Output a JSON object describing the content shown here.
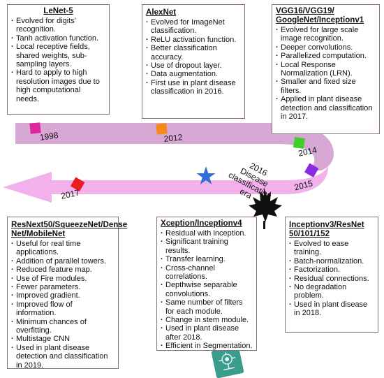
{
  "colors": {
    "band": "#d7a8d4",
    "band_dark": "#c48cc1",
    "arrow": "#f2b1ea",
    "box_border": "#8a6c84",
    "marker_1998": "#e0249a",
    "marker_2012": "#f58b16",
    "marker_2014": "#3fcf28",
    "marker_2015": "#8a2be2",
    "marker_2017": "#ea1d1d",
    "star": "#2f6fd6",
    "leaf": "#111111",
    "chip": "#3a9c8c"
  },
  "icons": [
    "star-icon",
    "maple-leaf-icon",
    "ai-chip-icon"
  ],
  "years": {
    "y1998": "1998",
    "y2012": "2012",
    "y2014": "2014",
    "y2015": "2015",
    "y2017": "2017"
  },
  "era": {
    "line1": "2016",
    "line2": "Disease",
    "line3": "classification",
    "line4": "era"
  },
  "boxes": {
    "lenet": {
      "title": "LeNet-5",
      "items": [
        "Evolved for digits' recognition.",
        "Tanh activation function.",
        "Local receptive fields, shared weights, sub-sampling layers.",
        "Hard to apply to high resolution images due to high computational needs."
      ]
    },
    "alexnet": {
      "title": "AlexNet",
      "items": [
        "Evolved for ImageNet classification.",
        "ReLU activation function.",
        "Better classification accuracy.",
        "Use of dropout layer.",
        "Data augmentation.",
        "First use in plant disease classification in 2016."
      ]
    },
    "vgg": {
      "title": "VGG16/VGG19/ GoogleNet/Inceptionv1",
      "items": [
        "Evolved for large scale image recognition.",
        "Deeper convolutions.",
        "Parallelized computation.",
        "Local Response Normalization (LRN).",
        "Smaller and fixed size filters.",
        "Applied in plant disease detection and classification in 2017."
      ]
    },
    "resnext": {
      "title": "ResNext50/SqueezeNet/Dense Net/MobileNet",
      "items": [
        "Useful for real time applications.",
        "Addition of parallel towers.",
        "Reduced feature map.",
        "Use of Fire modules.",
        "Fewer parameters.",
        "Improved gradient.",
        "Improved flow of information.",
        "Minimum chances of overfitting.",
        "Multistage CNN",
        "Used in plant disease detection and classification in 2019."
      ]
    },
    "xception": {
      "title": "Xception/Inceptionv4",
      "items": [
        "Residual with inception.",
        "Significant training results.",
        "Transfer learning.",
        "Cross-channel correlations.",
        "Depthwise separable convolutions.",
        "Same number of filters for each module.",
        "Change in stem module.",
        "Used in plant disease after 2018.",
        "Efficient in Segmentation."
      ]
    },
    "inceptionv3": {
      "title": "Inceptionv3/ResNet 50/101/152",
      "items": [
        "Evolved to ease training.",
        "Batch-normalization.",
        "Factorization.",
        "Residual connections.",
        "No degradation problem.",
        "Used in plant disease in 2018."
      ]
    }
  }
}
